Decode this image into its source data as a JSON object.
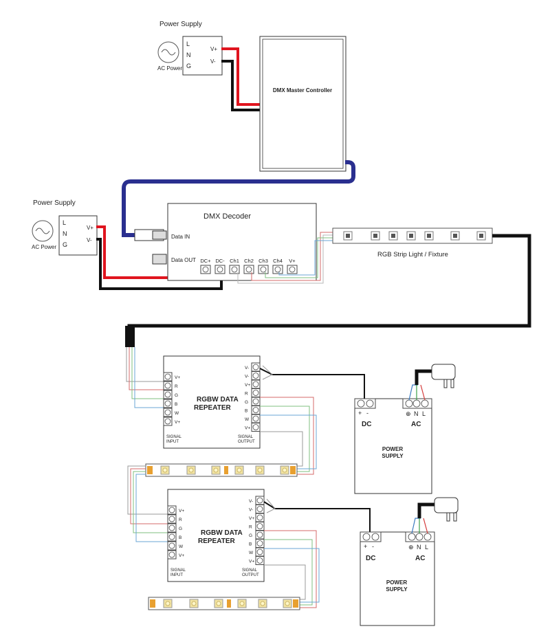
{
  "psu_top": {
    "title": "Power Supply",
    "ac_label": "AC Power",
    "l": "L",
    "n": "N",
    "g": "G",
    "vplus": "V+",
    "vminus": "V-"
  },
  "master": {
    "title": "DMX Master Controller"
  },
  "psu_mid": {
    "title": "Power Supply",
    "ac_label": "AC Power",
    "l": "L",
    "n": "N",
    "g": "G",
    "vplus": "V+",
    "vminus": "V-"
  },
  "decoder": {
    "title": "DMX Decoder",
    "data_in": "Data IN",
    "data_out": "Data OUT",
    "terminals": [
      "DC+",
      "DC-",
      "Ch1",
      "Ch2",
      "Ch3",
      "Ch4",
      "V+"
    ]
  },
  "strip_label": "RGB Strip Light / Fixture",
  "repeater1": {
    "title1": "RGBW DATA",
    "title2": "REPEATER",
    "left_pins": [
      "V+",
      "R",
      "G",
      "B",
      "W",
      "V+"
    ],
    "right_pins": [
      "V-",
      "V-",
      "V+",
      "R",
      "G",
      "B",
      "W",
      "V+"
    ],
    "signal_input": [
      "SIGNAL",
      "INPUT"
    ],
    "signal_output": [
      "SIGNAL",
      "OUTPUT"
    ]
  },
  "repeater2": {
    "title1": "RGBW DATA",
    "title2": "REPEATER",
    "left_pins": [
      "V+",
      "R",
      "G",
      "B",
      "W",
      "V+"
    ],
    "right_pins": [
      "V-",
      "V-",
      "V+",
      "R",
      "G",
      "B",
      "W",
      "V+"
    ],
    "signal_input": [
      "SIGNAL",
      "INPUT"
    ],
    "signal_output": [
      "SIGNAL",
      "OUTPUT"
    ]
  },
  "psu_box1": {
    "dc": "DC",
    "ac": "AC",
    "plus": "+",
    "minus": "-",
    "ground": "⊕",
    "n": "N",
    "l": "L",
    "title1": "POWER",
    "title2": "SUPPLY"
  },
  "psu_box2": {
    "dc": "DC",
    "ac": "AC",
    "plus": "+",
    "minus": "-",
    "ground": "⊕",
    "n": "N",
    "l": "L",
    "title1": "POWER",
    "title2": "SUPPLY"
  },
  "colors": {
    "red_wire": "#e0141e",
    "black_wire": "#111111",
    "dmx_cable": "#2a2f8f",
    "led_yellow": "#f2e3a0"
  }
}
